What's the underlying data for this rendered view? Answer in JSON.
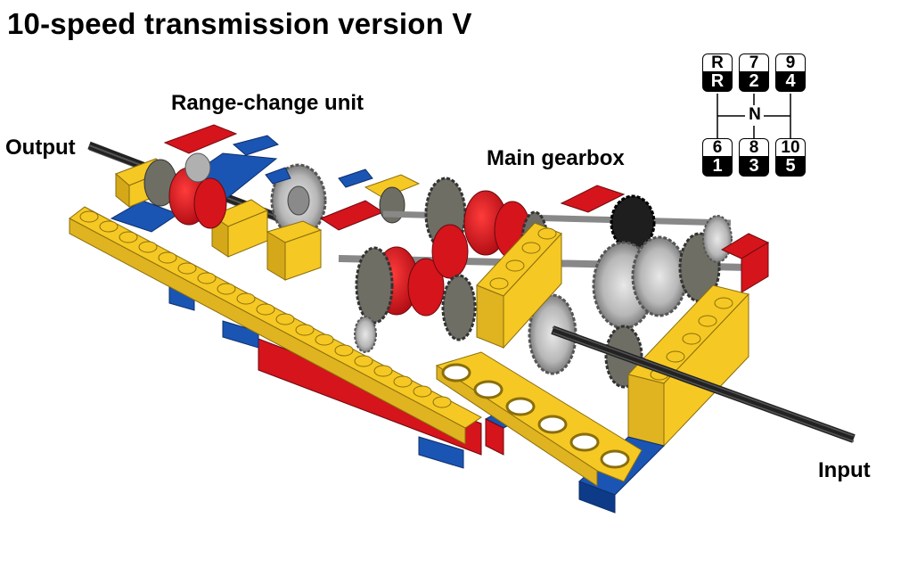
{
  "title": "10-speed transmission version V",
  "labels": {
    "range_change": "Range-change unit",
    "main_gearbox": "Main gearbox",
    "output": "Output",
    "input": "Input"
  },
  "shift_pattern": {
    "neutral": "N",
    "top_row": [
      {
        "upper": "R",
        "lower": "R"
      },
      {
        "upper": "7",
        "lower": "2"
      },
      {
        "upper": "9",
        "lower": "4"
      }
    ],
    "bottom_row": [
      {
        "upper": "6",
        "lower": "1"
      },
      {
        "upper": "8",
        "lower": "3"
      },
      {
        "upper": "10",
        "lower": "5"
      }
    ]
  },
  "colors": {
    "yellow": "#f5c824",
    "red": "#d5141c",
    "blue": "#1a55b4",
    "gray": "#a7a7a7",
    "dark_gray": "#6e6e64",
    "black": "#1e1e1e"
  }
}
